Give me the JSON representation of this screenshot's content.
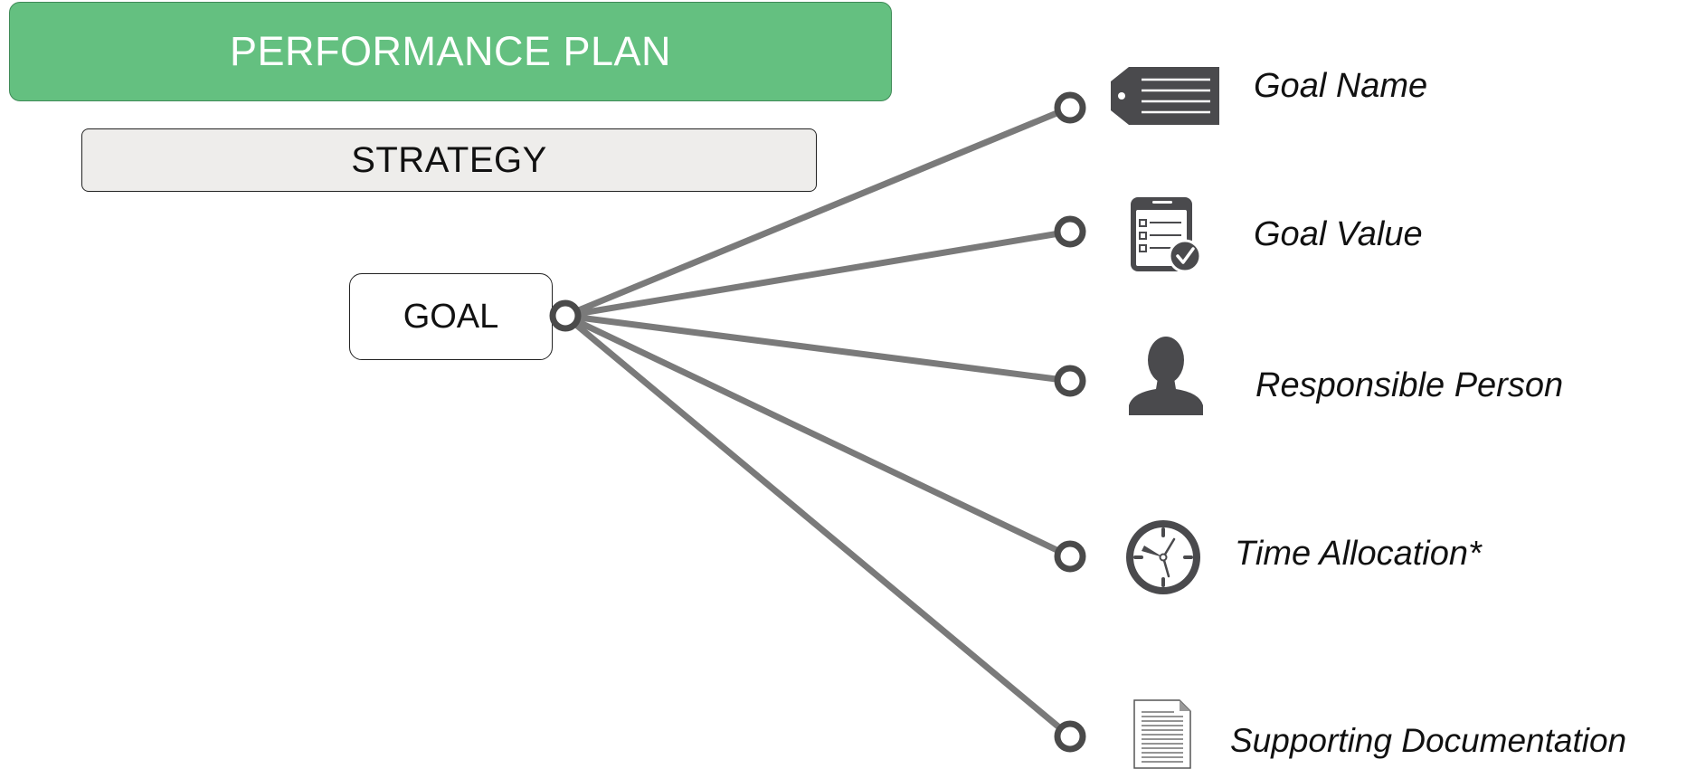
{
  "header": {
    "title": "PERFORMANCE PLAN"
  },
  "strategy": {
    "label": "STRATEGY"
  },
  "goal": {
    "label": "GOAL"
  },
  "branches": [
    {
      "label": "Goal Name",
      "icon": "tag-icon"
    },
    {
      "label": "Goal Value",
      "icon": "checklist-icon"
    },
    {
      "label": "Responsible Person",
      "icon": "person-icon"
    },
    {
      "label": "Time Allocation*",
      "icon": "clock-icon"
    },
    {
      "label": "Supporting Documentation",
      "icon": "document-icon"
    }
  ],
  "colors": {
    "header_fill": "#64c080",
    "strategy_fill": "#eeedeb",
    "connector": "#7a7a7a",
    "node": "#4a4a4a",
    "icon": "#4a4a4d"
  }
}
